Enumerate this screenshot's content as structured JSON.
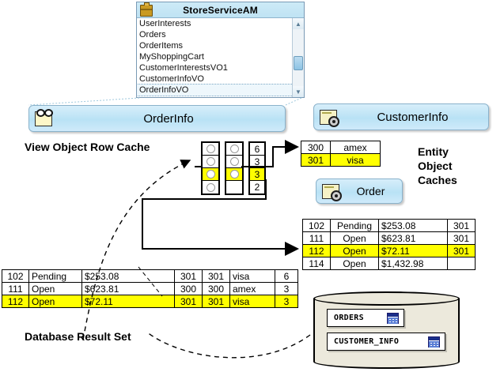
{
  "am_panel": {
    "title": "StoreServiceAM",
    "icon": "briefcase-icon",
    "items": [
      {
        "label": "UserInterests",
        "selected": false
      },
      {
        "label": "Orders",
        "selected": false
      },
      {
        "label": "OrderItems",
        "selected": false
      },
      {
        "label": "MyShoppingCart",
        "selected": false
      },
      {
        "label": "CustomerInterestsVO1",
        "selected": false
      },
      {
        "label": "CustomerInfoVO",
        "selected": false
      },
      {
        "label": "OrderInfoVO",
        "selected": true
      }
    ],
    "scrollbar": {
      "up": "▲",
      "down": "▼"
    }
  },
  "view_object": {
    "name": "OrderInfo",
    "icon": "view-object-icon"
  },
  "entity_objects": [
    {
      "name": "CustomerInfo",
      "icon": "entity-object-icon"
    },
    {
      "name": "Order",
      "icon": "entity-object-icon"
    }
  ],
  "labels": {
    "view_object_row_cache": "View Object Row Cache",
    "entity_object_caches": "Entity\nObject\nCaches",
    "database_result_set": "Database Result Set"
  },
  "row_cache": {
    "columns": [
      {
        "name": "entity-ref-col-1",
        "cells": [
          {
            "value": "",
            "type": "dot",
            "highlight": false
          },
          {
            "value": "",
            "type": "dot",
            "highlight": false
          },
          {
            "value": "",
            "type": "dot",
            "highlight": true
          },
          {
            "value": "",
            "type": "dot",
            "highlight": false
          }
        ]
      },
      {
        "name": "entity-ref-col-2",
        "cells": [
          {
            "value": "",
            "type": "dot",
            "highlight": false
          },
          {
            "value": "",
            "type": "dot",
            "highlight": false
          },
          {
            "value": "",
            "type": "dot",
            "highlight": true
          },
          {
            "value": "",
            "type": "empty",
            "highlight": false
          }
        ]
      },
      {
        "name": "quantity-col",
        "cells": [
          {
            "value": "6",
            "type": "text",
            "highlight": false
          },
          {
            "value": "3",
            "type": "text",
            "highlight": false
          },
          {
            "value": "3",
            "type": "text",
            "highlight": true
          },
          {
            "value": "2",
            "type": "text",
            "highlight": false
          }
        ]
      }
    ]
  },
  "customer_info_cache": {
    "rows": [
      {
        "id": "300",
        "card": "amex",
        "highlight": false
      },
      {
        "id": "301",
        "card": "visa",
        "highlight": true
      }
    ]
  },
  "order_cache": {
    "rows": [
      {
        "id": "102",
        "status": "Pending",
        "amount": "$253.08",
        "ref": "301",
        "highlight": false
      },
      {
        "id": "111",
        "status": "Open",
        "amount": "$623.81",
        "ref": "301",
        "highlight": false
      },
      {
        "id": "112",
        "status": "Open",
        "amount": "$72.11",
        "ref": "301",
        "highlight": true
      },
      {
        "id": "114",
        "status": "Open",
        "amount": "$1,432.98",
        "ref": "",
        "highlight": false
      }
    ]
  },
  "database_result_set": {
    "rows": [
      {
        "c1": "102",
        "c2": "Pending",
        "c3": "$253.08",
        "c4": "301",
        "c5": "301",
        "c6": "visa",
        "c7": "6",
        "highlight": false
      },
      {
        "c1": "111",
        "c2": "Open",
        "c3": "$623.81",
        "c4": "300",
        "c5": "300",
        "c6": "amex",
        "c7": "3",
        "highlight": false
      },
      {
        "c1": "112",
        "c2": "Open",
        "c3": "$72.11",
        "c4": "301",
        "c5": "301",
        "c6": "visa",
        "c7": "3",
        "highlight": true
      }
    ]
  },
  "database": {
    "tables": [
      {
        "name": "ORDERS",
        "icon": "table-icon"
      },
      {
        "name": "CUSTOMER_INFO",
        "icon": "table-icon"
      }
    ]
  }
}
